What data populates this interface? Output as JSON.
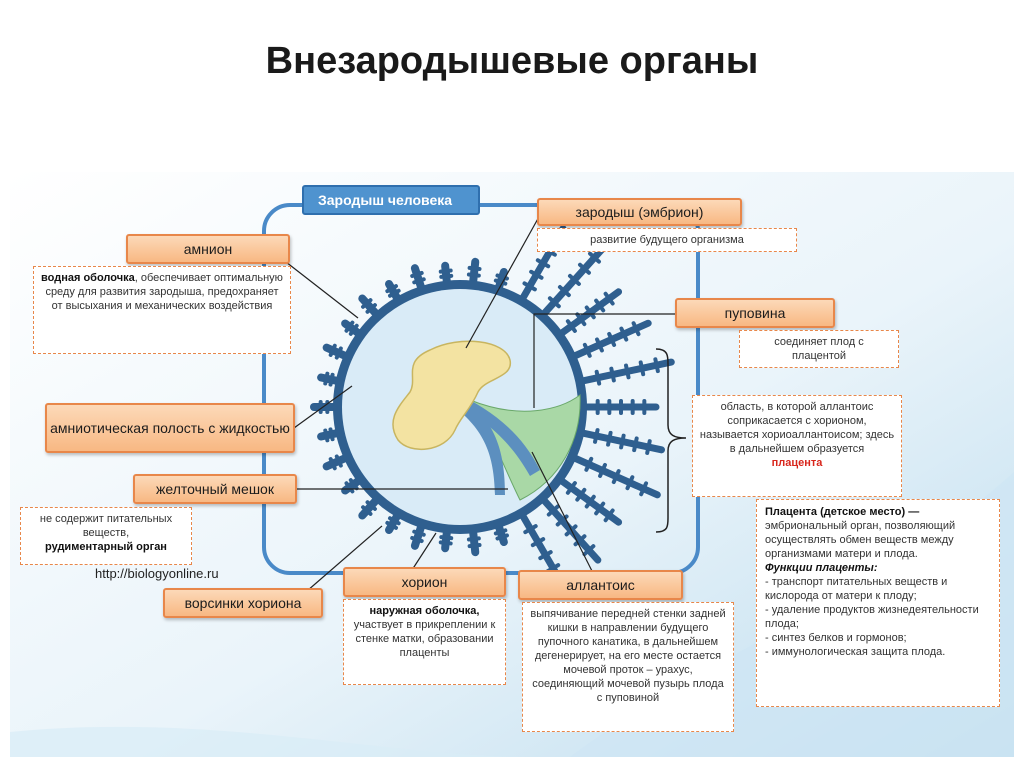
{
  "title": "Внезародышевые органы",
  "frame_title": "Зародыш человека",
  "url": "http://biologyonline.ru",
  "labels": {
    "embryo": "зародыш (эмбрион)",
    "amnion": "амнион",
    "cord": "пуповина",
    "cavity": "амниотическая полость с жидкостью",
    "yolk": "желточный мешок",
    "villi": "ворсинки хориона",
    "chorion": "хорион",
    "allantois": "аллантоис"
  },
  "descriptions": {
    "embryo": "развитие будущего организма",
    "amnion_bold": "водная оболочка",
    "amnion_rest": ", обеспечивает оптимальную среду для развития зародыша, предохраняет от высыхания и механических воздействия",
    "cord": "соединяет плод с плацентой",
    "chorioallantois": "область, в которой аллантоис соприкасается с хорионом, называется хориоаллантоисом; здесь в дальнейшем образуется",
    "chorioallantois_red": "плацента",
    "yolk_plain": "не содержит питательных веществ,",
    "yolk_bold": "рудиментарный орган",
    "chorion_bold": "наружная оболочка,",
    "chorion_rest": "участвует в прикреплении к стенке матки, образовании плаценты",
    "allantois": "выпячивание передней стенки задней кишки в направлении будущего пупочного канатика, в дальнейшем дегенерирует, на его месте остается мочевой проток – урахус, соединяющий мочевой пузырь плода с пуповиной",
    "placenta_title": "Плацента (детское место) —",
    "placenta_text": "эмбриональный орган, позволяющий осуществлять обмен веществ между организмами матери и плода.",
    "placenta_func_title": "Функции плаценты:",
    "placenta_funcs": [
      "- транспорт питательных веществ и кислорода от матери к плоду;",
      "- удаление продуктов жизнедеятельности плода;",
      "- синтез белков и гормонов;",
      "- иммунологическая защита плода."
    ]
  },
  "colors": {
    "frame": "#4a8ac8",
    "label_fill": "#f8b883",
    "label_border": "#e8874a",
    "chorion_ring": "#2f5f8f",
    "cavity": "#d9ebf7",
    "embryo": "#f3e3a2",
    "allantois": "#a9d8a6",
    "accent_red": "#d8261c"
  }
}
